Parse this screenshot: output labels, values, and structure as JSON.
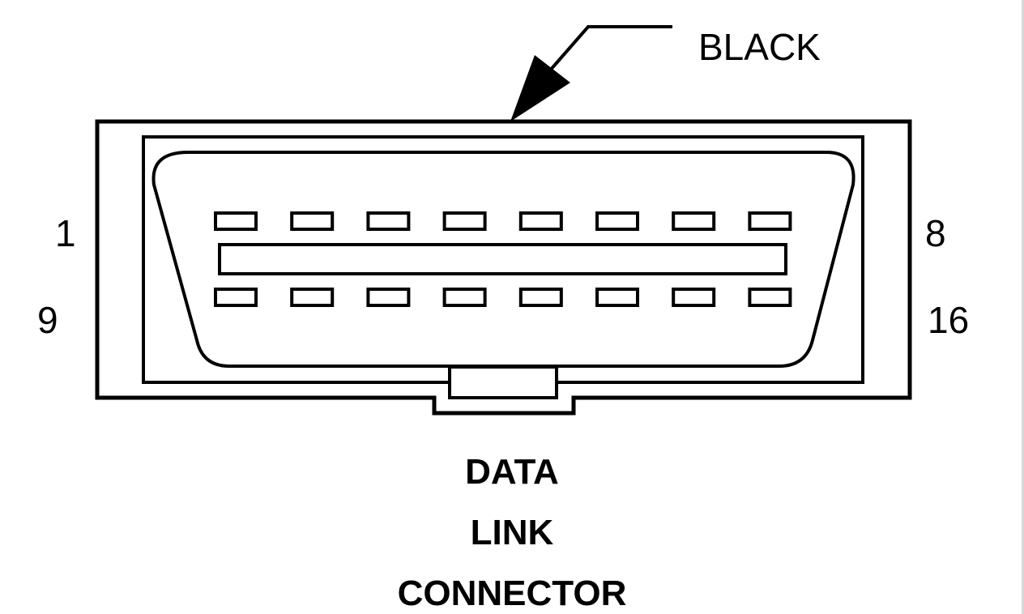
{
  "connector": {
    "color_label": "BLACK",
    "pin_labels": {
      "top_left": "1",
      "top_right": "8",
      "bottom_left": "9",
      "bottom_right": "16"
    },
    "pins_per_row": 8,
    "title_lines": [
      "DATA",
      "LINK",
      "CONNECTOR"
    ]
  },
  "colors": {
    "ink": "#000000",
    "background": "#ffffff"
  }
}
